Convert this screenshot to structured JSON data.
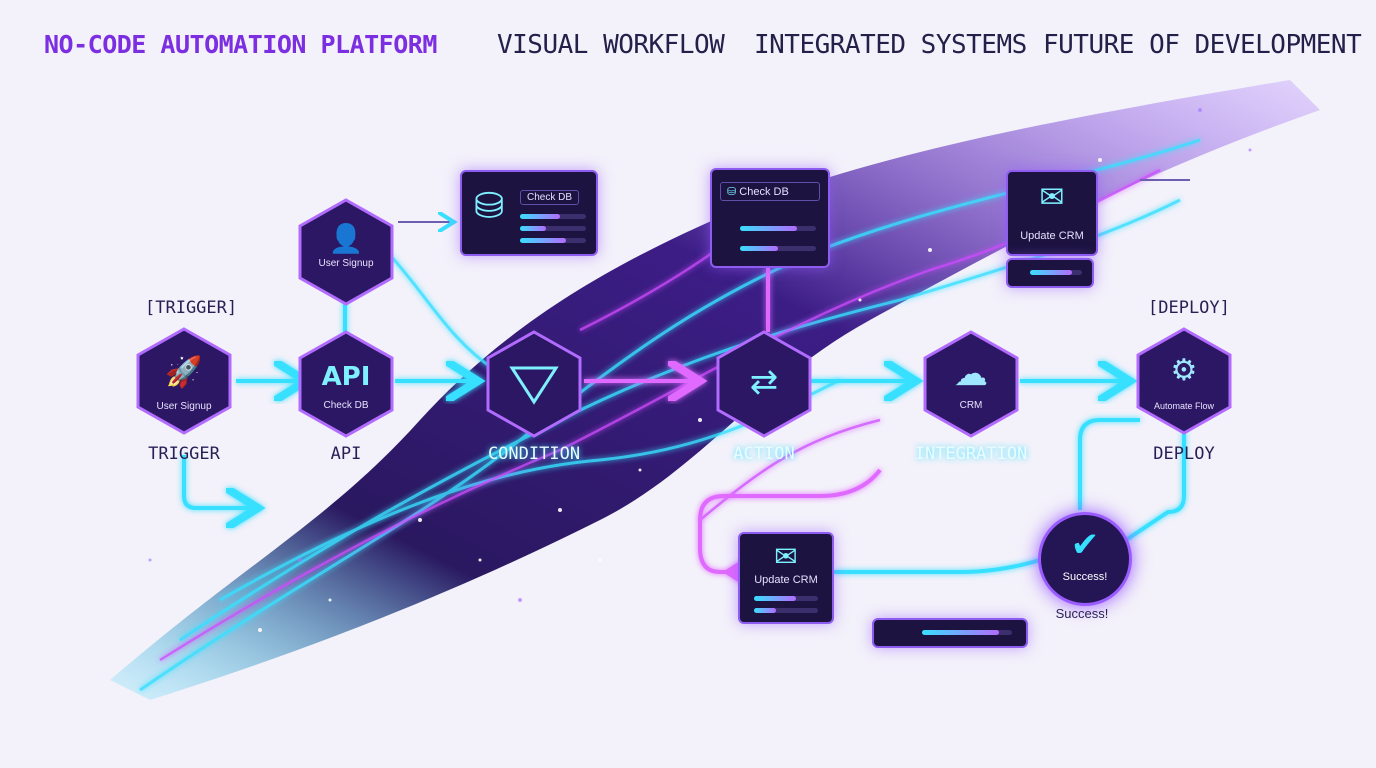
{
  "header": {
    "brand": "NO-CODE AUTOMATION PLATFORM",
    "items": [
      "VISUAL WORKFLOW",
      "INTEGRATED SYSTEMS",
      "FUTURE OF DEVELOPMENT"
    ]
  },
  "colors": {
    "purple": "#8e3cf7",
    "cyan": "#38e0ff",
    "navy": "#23204a",
    "magenta": "#d04bff"
  },
  "nodes": {
    "trigger": {
      "bracket": "[TRIGGER]",
      "inner": "User Signup",
      "label": "TRIGGER",
      "icon": "rocket-icon"
    },
    "user_signup": {
      "inner": "User Signup",
      "icon": "user-icon"
    },
    "api": {
      "glyph": "API",
      "inner": "Check DB",
      "label": "API"
    },
    "condition": {
      "label": "CONDITION",
      "icon": "filter-icon"
    },
    "action": {
      "label": "ACTION",
      "icon": "shuffle-icon"
    },
    "integration": {
      "inner": "CRM",
      "label": "INTEGRATION",
      "icon": "cloud-icon"
    },
    "deploy": {
      "bracket": "[DEPLOY]",
      "inner": "Automate Flow",
      "label": "DEPLOY",
      "icon": "gears-icon"
    }
  },
  "panels": {
    "db_small": {
      "title": "Check DB",
      "icon": "database-icon"
    },
    "db_top": {
      "title": "Check DB",
      "icon": "database-icon"
    },
    "crm_top": {
      "title": "Update CRM",
      "icon": "envelope-icon"
    },
    "crm_bottom": {
      "title": "Update CRM",
      "icon": "envelope-icon"
    }
  },
  "success": {
    "inner": "Success!",
    "label": "Success!",
    "icon": "check-icon"
  }
}
